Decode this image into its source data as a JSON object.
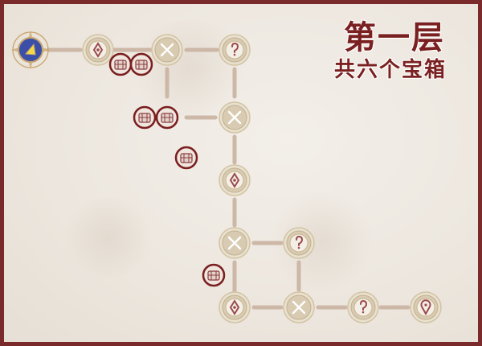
{
  "title": "第一层",
  "subtitle": "共六个宝箱",
  "colors": {
    "frame": "#7a2a2a",
    "title_text": "#7a2020",
    "chest_ring": "#7a1e1e",
    "path": "#cdb7a6",
    "start_node": "#3b4fa8"
  },
  "legend_icons": {
    "start": "compass-star-icon",
    "shop": "diamond-icon",
    "battle": "crossed-swords-icon",
    "event": "question-mark-icon",
    "reward": "location-pin-icon",
    "chest": "treasure-chest-icon"
  },
  "chest_count": 6
}
